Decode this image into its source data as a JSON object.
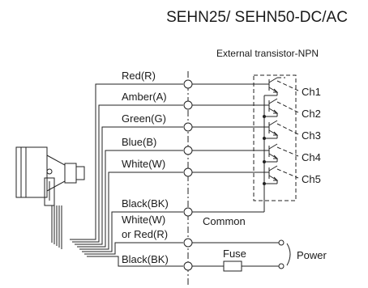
{
  "title": "SEHN25/ SEHN50-DC/AC",
  "subtitle": "External transistor-NPN",
  "wires": [
    {
      "label": "Red(R)"
    },
    {
      "label": "Amber(A)"
    },
    {
      "label": "Green(G)"
    },
    {
      "label": "Blue(B)"
    },
    {
      "label": "White(W)"
    },
    {
      "label": "Black(BK)"
    }
  ],
  "channels": [
    "Ch1",
    "Ch2",
    "Ch3",
    "Ch4",
    "Ch5"
  ],
  "common_label": "Common",
  "power_wire_label_1": "White(W)",
  "power_wire_label_2": "or Red(R)",
  "power_ground_label": "Black(BK)",
  "fuse_label": "Fuse",
  "power_label": "Power"
}
